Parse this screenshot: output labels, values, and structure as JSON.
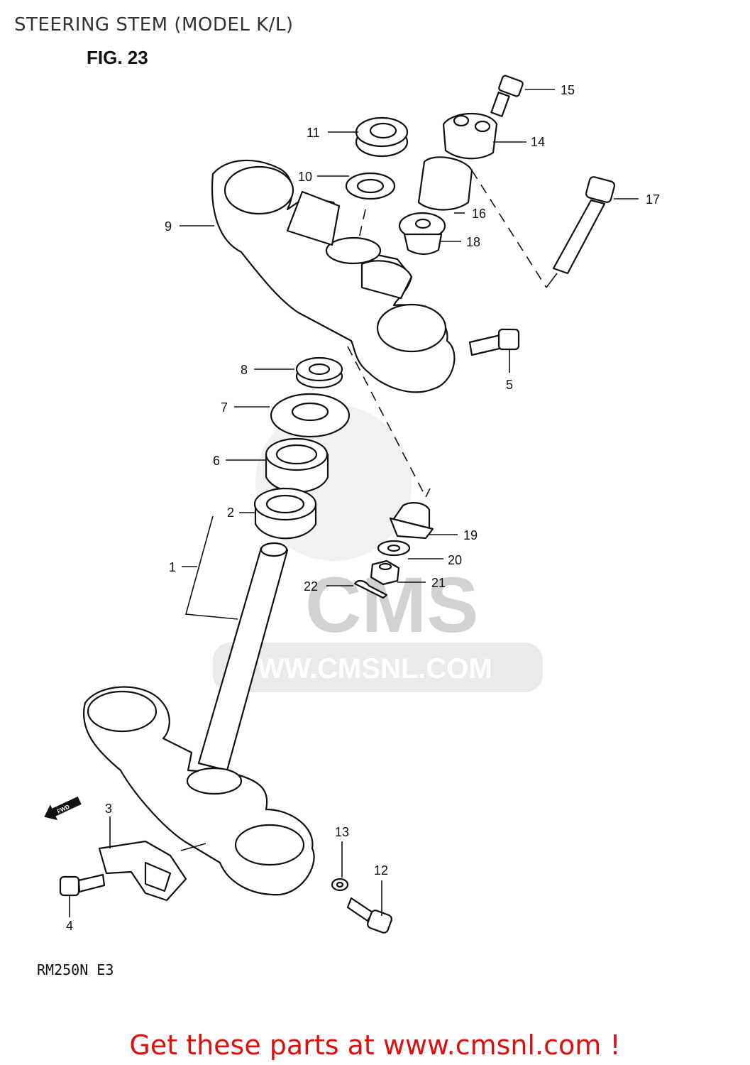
{
  "title": "STEERING STEM (MODEL K/L)",
  "figure_label": "FIG. 23",
  "model_code": "RM250N  E3",
  "fwd_label": "FWD",
  "watermark": {
    "brand": "CMS",
    "url": "WWW.CMSNL.COM"
  },
  "footer": "Get these parts at www.cmsnl.com !",
  "callouts": [
    "1",
    "2",
    "3",
    "4",
    "5",
    "6",
    "7",
    "8",
    "9",
    "10",
    "11",
    "12",
    "13",
    "14",
    "15",
    "16",
    "17",
    "18",
    "19",
    "20",
    "21",
    "22"
  ],
  "colors": {
    "footer": "#dd1010",
    "line": "#111111",
    "watermark": "#d8d8d8"
  }
}
